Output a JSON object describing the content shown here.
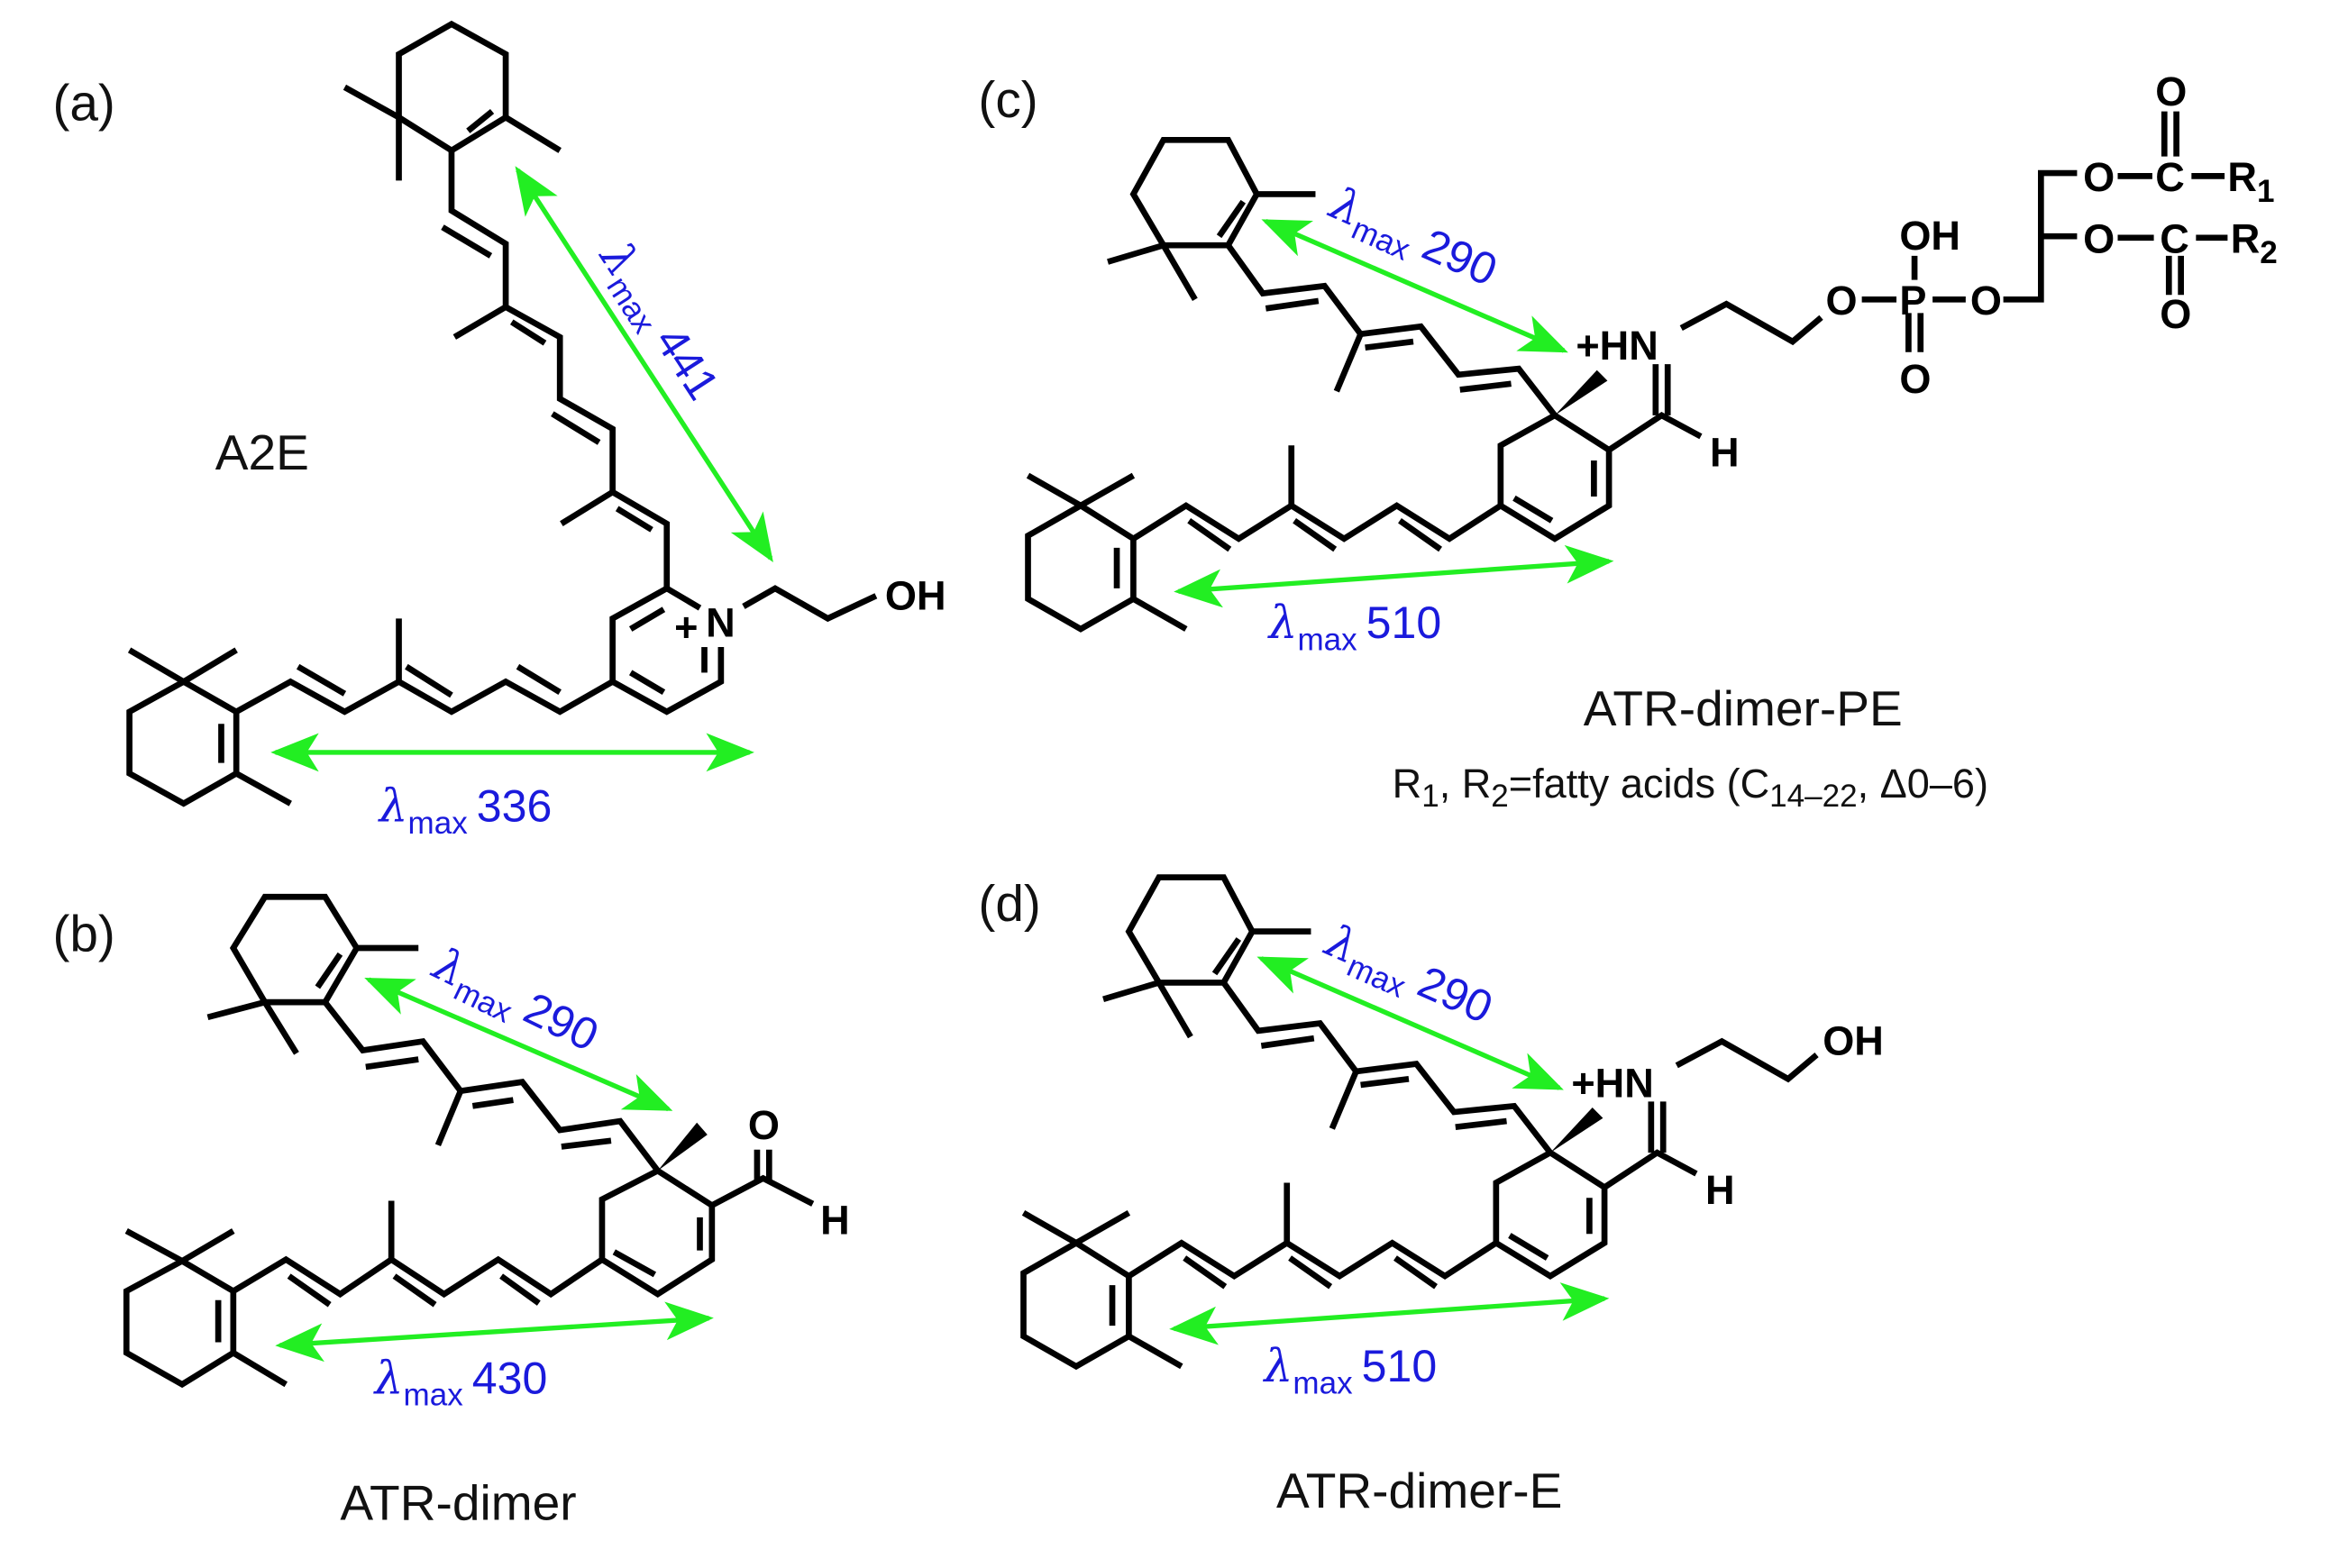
{
  "lambda_symbol": "λ",
  "lambda_sub": "max",
  "colors": {
    "arrow": "#22ee22",
    "lambda_text": "#1a1adc",
    "bonds": "#000000"
  },
  "panels": {
    "a": {
      "label": "(a)",
      "name": "A2E",
      "lambda_1": "441",
      "lambda_2": "336",
      "atoms": {
        "plus": "+",
        "n": "N",
        "oh": "OH"
      }
    },
    "b": {
      "label": "(b)",
      "name": "ATR-dimer",
      "lambda_1": "290",
      "lambda_2": "430",
      "atoms": {
        "o": "O",
        "h": "H"
      }
    },
    "c": {
      "label": "(c)",
      "name": "ATR-dimer-PE",
      "lambda_1": "290",
      "lambda_2": "510",
      "atoms": {
        "hn": "+HN",
        "h": "H",
        "o_link": "O",
        "p": "P",
        "p_oh": "OH",
        "p_o": "O",
        "o_glyc": "O",
        "o_ester1": "O",
        "c_ester1": "C",
        "o_carbonyl1": "O",
        "r": "R",
        "r1_sub": "1",
        "o_ester2": "O",
        "c_ester2": "C",
        "o_carbonyl2": "O",
        "r2_sub": "2"
      },
      "note": {
        "r1": "R",
        "r1_sub": "1",
        "sep": ", R",
        "r2_sub": "2",
        "text": "=fatty acids (C",
        "c_sub": "14–22",
        "tail": ", Δ0–6)"
      }
    },
    "d": {
      "label": "(d)",
      "name": "ATR-dimer-E",
      "lambda_1": "290",
      "lambda_2": "510",
      "atoms": {
        "hn": "+HN",
        "h": "H",
        "oh": "OH"
      }
    }
  }
}
